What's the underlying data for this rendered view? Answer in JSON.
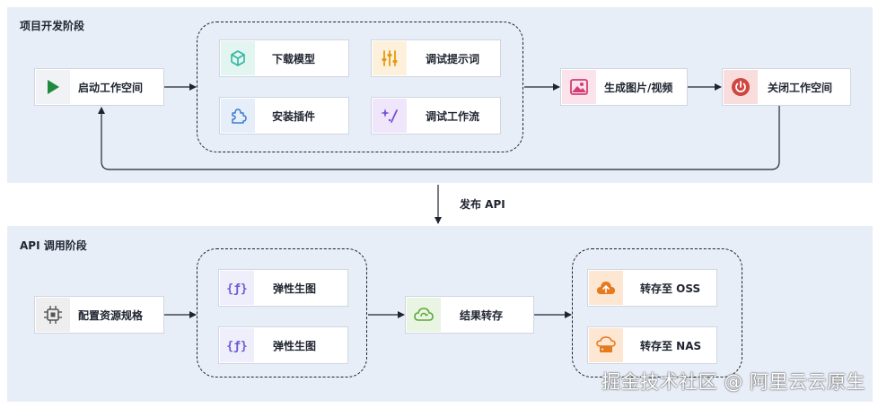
{
  "panels": {
    "dev": {
      "title": "项目开发阶段"
    },
    "api": {
      "title": "API 调用阶段"
    }
  },
  "dev": {
    "start": "启动工作空间",
    "download_model": "下载模型",
    "tune_prompt": "调试提示词",
    "install_plugin": "安装插件",
    "tune_workflow": "调试工作流",
    "generate": "生成图片/视频",
    "close": "关闭工作空间"
  },
  "publish_label": "发布 API",
  "api": {
    "config": "配置资源规格",
    "elastic1": "弹性生图",
    "elastic2": "弹性生图",
    "result": "结果转存",
    "oss": "转存至 OSS",
    "nas": "转存至 NAS"
  },
  "watermark": "掘金技术社区 @ 阿里云云原生",
  "icons": {
    "start": "play-icon",
    "download_model": "cube-icon",
    "tune_prompt": "sliders-icon",
    "install_plugin": "puzzle-icon",
    "tune_workflow": "sparkle-icon",
    "generate": "image-icon",
    "close": "power-icon",
    "config": "chip-icon",
    "elastic": "function-icon",
    "result": "cloud-sync-icon",
    "oss": "cloud-upload-icon",
    "nas": "storage-icon"
  },
  "colors": {
    "panel_bg": "#e8eef8",
    "play": "#1e8a3c",
    "cube": "#2fb7a0",
    "sliders": "#e59a12",
    "puzzle": "#3f7cc9",
    "sparkle": "#7a4ed8",
    "image": "#d63c75",
    "power": "#d0453f",
    "chip": "#555555",
    "function": "#6a5bd6",
    "cloud_sync": "#5aa83a",
    "storage": "#e57a1f"
  }
}
